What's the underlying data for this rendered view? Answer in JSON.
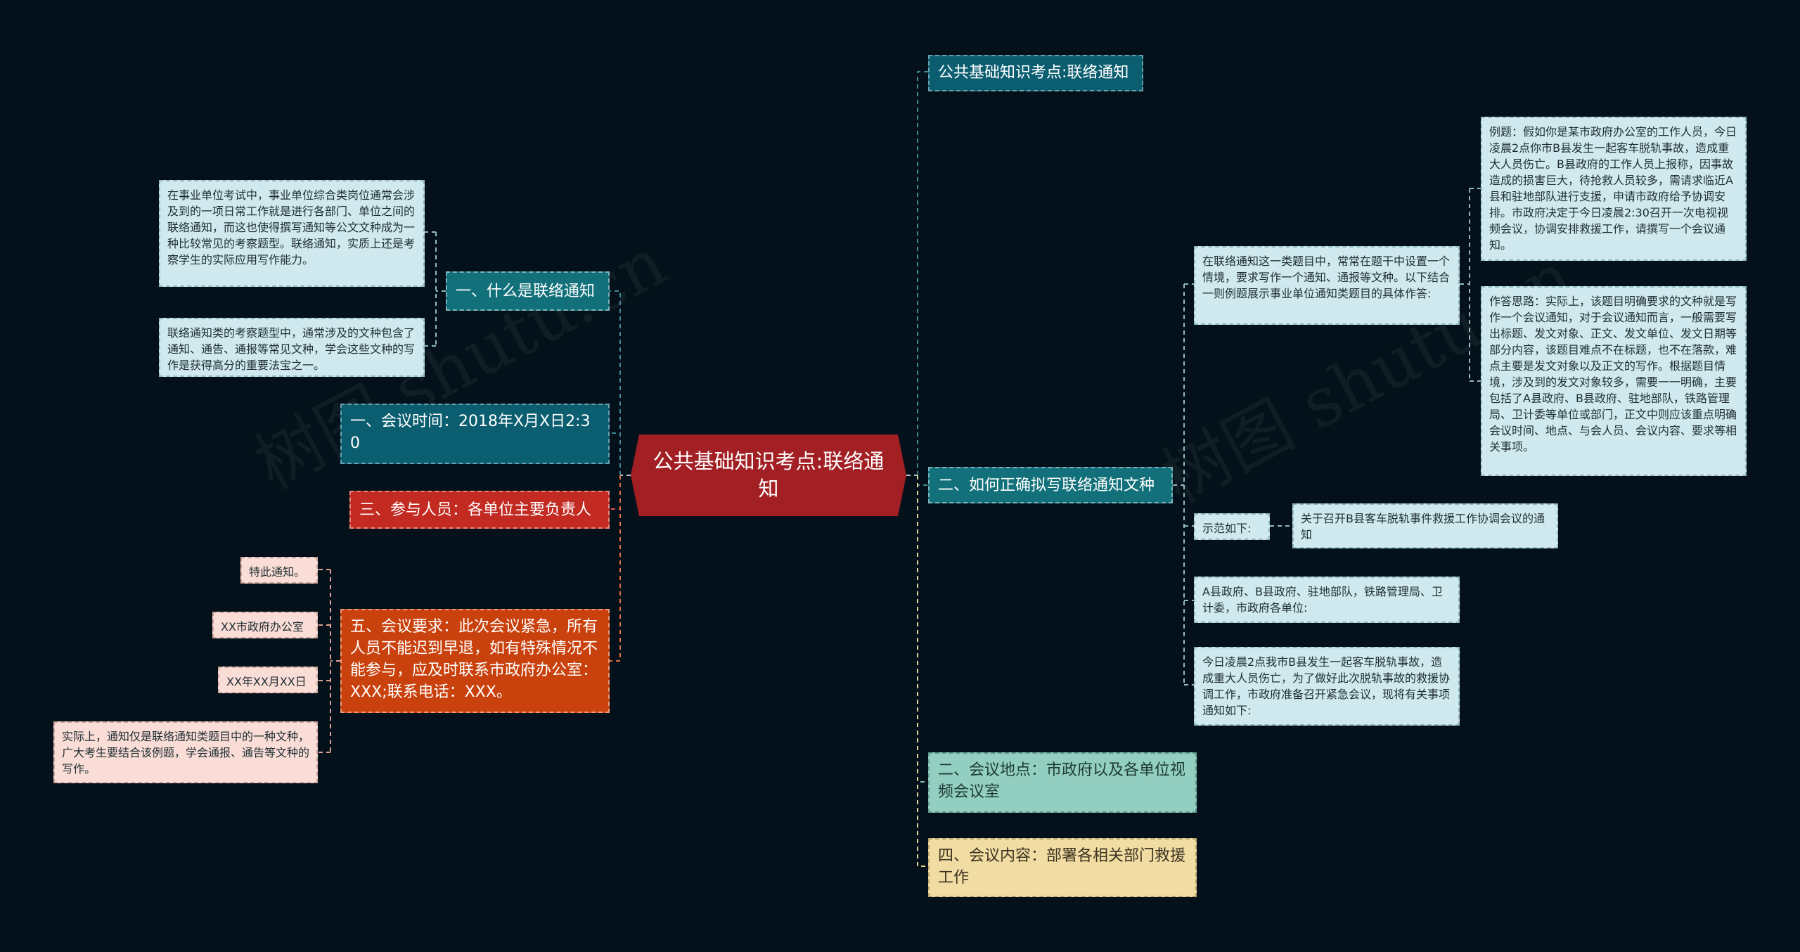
{
  "root": "公共基础知识考点:联络通知",
  "right": {
    "top_title": "公共基础知识考点:联络通知",
    "how_to_write": {
      "label": "二、如何正确拟写联络通知文种",
      "intro": "在联络通知这一类题目中，常常在题干中设置一个情境，要求写作一个通知、通报等文种。以下结合一则例题展示事业单位通知类题目的具体作答:",
      "example": "例题：假如你是某市政府办公室的工作人员，今日凌晨2点你市B县发生一起客车脱轨事故，造成重大人员伤亡。B县政府的工作人员上报称，因事故造成的损害巨大，待抢救人员较多，需请求临近A县和驻地部队进行支援，申请市政府给予协调安排。市政府决定于今日凌晨2:30召开一次电视视频会议，协调安排救援工作，请撰写一个会议通知。",
      "approach": "作答思路：实际上，该题目明确要求的文种就是写作一个会议通知，对于会议通知而言，一般需要写出标题、发文对象、正文、发文单位、发文日期等部分内容，该题目难点不在标题，也不在落款，难点主要是发文对象以及正文的写作。根据题目情境，涉及到的发文对象较多，需要一一明确，主要包括了A县政府、B县政府、驻地部队，铁路管理局、卫计委等单位或部门，正文中则应该重点明确会议时间、地点、与会人员、会议内容、要求等相关事项。",
      "sample_label": "示范如下:",
      "sample_title": "关于召开B县客车脱轨事件救援工作协调会议的通知",
      "recipients": "A县政府、B县政府、驻地部队，铁路管理局、卫计委，市政府各单位:",
      "body": "今日凌晨2点我市B县发生一起客车脱轨事故，造成重大人员伤亡，为了做好此次脱轨事故的救援协调工作，市政府准备召开紧急会议，现将有关事项通知如下:"
    },
    "location": "二、会议地点：市政府以及各单位视频会议室",
    "content": "四、会议内容：部署各相关部门救援工作"
  },
  "left": {
    "what_is": {
      "label": "一、什么是联络通知",
      "desc1": "在事业单位考试中，事业单位综合类岗位通常会涉及到的一项日常工作就是进行各部门、单位之间的联络通知，而这也使得撰写通知等公文文种成为一种比较常见的考察题型。联络通知，实质上还是考察学生的实际应用写作能力。",
      "desc2": "联络通知类的考察题型中，通常涉及的文种包含了通知、通告、通报等常见文种，学会这些文种的写作是获得高分的重要法宝之一。"
    },
    "time": "一、会议时间：2018年X月X日2:30",
    "attendees": "三、参与人员：各单位主要负责人",
    "requirements": {
      "label": "五、会议要求：此次会议紧急，所有人员不能迟到早退，如有特殊情况不能参与，应及时联系市政府办公室：XXX;联系电话：XXX。",
      "closing": "特此通知。",
      "issuer": "XX市政府办公室",
      "date": "XX年XX月XX日",
      "note": "实际上，通知仅是联络通知类题目中的一种文种，广大考生要结合该例题，学会通报、通告等文种的写作。"
    }
  },
  "watermark": "树图 shutu.cn",
  "colors": {
    "background": "#05111a",
    "root": "#a21f24",
    "teal": "#12707a",
    "dark_teal": "#0b5d70",
    "red": "#c22a22",
    "orange": "#c9410d",
    "mint": "#93cfc0",
    "sand": "#f1dca4",
    "light_cyan": "#cfe9ee",
    "light_pink": "#f9ddd6"
  }
}
